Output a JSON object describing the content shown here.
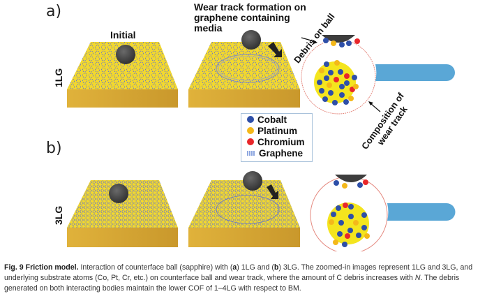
{
  "figure": {
    "panel_a_label": "a)",
    "panel_b_label": "b)",
    "initial_label": "Initial",
    "wear_track_title": [
      "Wear track formation on",
      "graphene containing",
      "media"
    ],
    "row_label_1": "1LG",
    "row_label_2": "3LG",
    "debris_label": "Debris on ball",
    "composition_label": [
      "Composition of",
      "wear track"
    ],
    "legend": [
      {
        "label": "Cobalt",
        "color": "#2e4fa8",
        "icon": "blue-dot"
      },
      {
        "label": "Platinum",
        "color": "#f4b81a",
        "icon": "yellow-dot"
      },
      {
        "label": "Chromium",
        "color": "#e8262a",
        "icon": "red-dot"
      },
      {
        "label": "Graphene",
        "color": "#8ea7e0",
        "icon": "graphene-lattice"
      }
    ],
    "colors": {
      "substrate_top": "#f2d82e",
      "substrate_side": "#d8a935",
      "ball": "#3d3d3d",
      "lattice": "#5c6fd8",
      "zoom_circle": "#e58a80",
      "magnifier_handle": "#5aa7d6"
    }
  },
  "caption": {
    "fig_label": "Fig. 9 Friction model.",
    "text_1": " Interaction of counterface ball (sapphire) with (",
    "a": "a",
    "text_2": ") 1LG and (",
    "b": "b",
    "text_3": ") 3LG. The zoomed-in images represent 1LG and 3LG, and underlying substrate atoms (Co, Pt, Cr, etc.) on counterface ball and wear track, where the amount of C debris increases with ",
    "n": "N",
    "text_4": ". The debris generated on both interacting bodies maintain the lower COF of 1–4LG with respect to BM."
  }
}
